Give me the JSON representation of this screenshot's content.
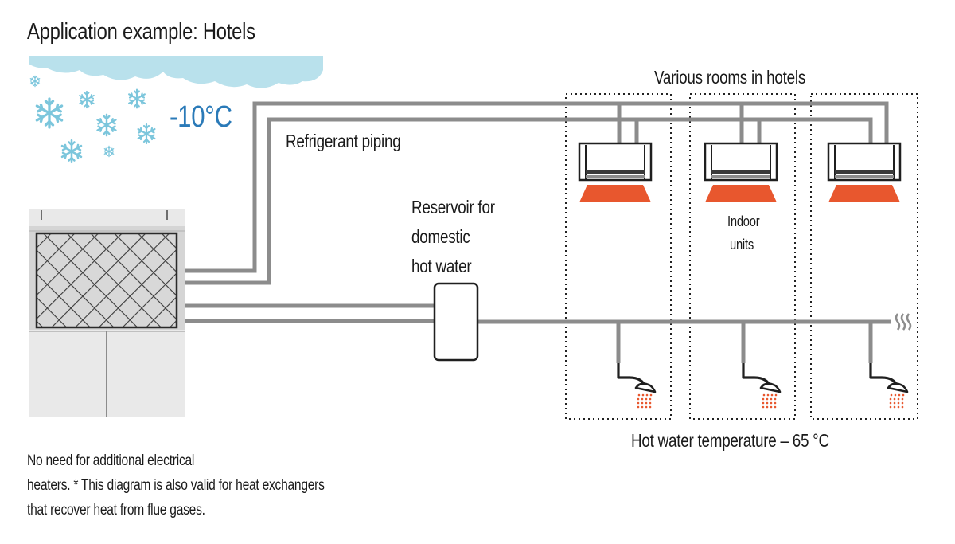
{
  "title": "Application example: Hotels",
  "outdoor_temperature": "-10°C",
  "labels": {
    "refrigerant_piping": "Refrigerant piping",
    "reservoir_line1": "Reservoir for",
    "reservoir_line2": "domestic",
    "reservoir_line3": "hot water",
    "rooms": "Various rooms in hotels",
    "indoor_line1": "Indoor",
    "indoor_line2": "units",
    "hot_water_temperature": "Hot water temperature – 65 °C"
  },
  "notes": {
    "line1": "No need for additional electrical",
    "line2": "heaters. * This diagram is also valid for heat exchangers",
    "line3": "that recover heat from flue gases."
  },
  "colors": {
    "pipe": "#8c8c8c",
    "cloud": "#b9e1ec",
    "snowflake": "#7cc6dc",
    "temperature_text": "#2a7ab8",
    "heat_output": "#e8572e",
    "water_spray": "#e8572e",
    "unit_body": "#e9e9e9"
  },
  "icons": [
    "cloud-icon",
    "snowflake-icon",
    "outdoor-heat-pump-icon",
    "reservoir-tank-icon",
    "indoor-unit-icon",
    "shower-head-icon",
    "pipe-continuation-icon"
  ]
}
